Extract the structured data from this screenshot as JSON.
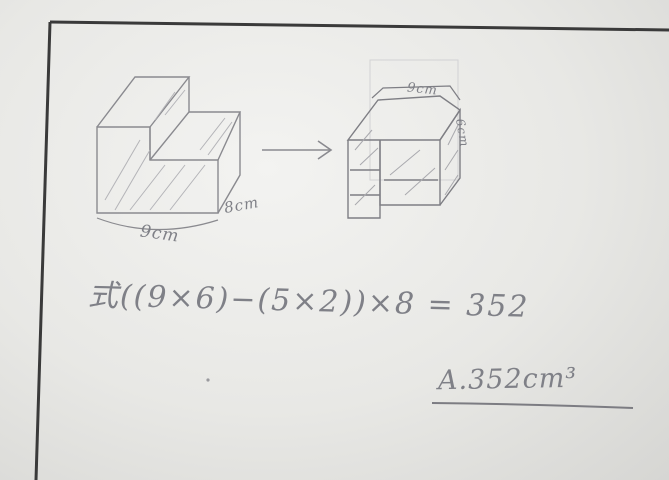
{
  "photo": {
    "subject": "handwritten math worksheet",
    "ink_color": "#8e8e92",
    "paper_color": "#efefed",
    "border_color": "#3a3a3a"
  },
  "labels": {
    "width_label": "9cm",
    "depth_label": "8cm",
    "top_label": "9cm",
    "side_label": "6cm"
  },
  "equation": {
    "text": "式((9×6)−(5×2))×8 = 352"
  },
  "answer": {
    "text": "A.352cm³"
  }
}
